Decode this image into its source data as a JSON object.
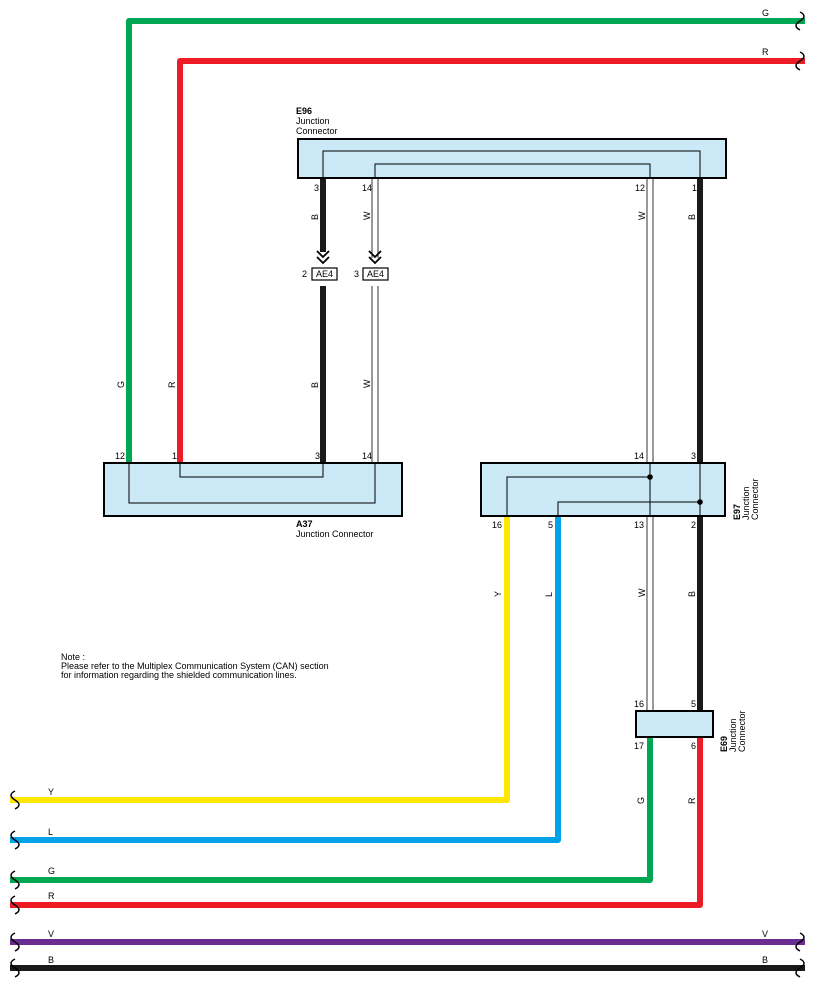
{
  "wire_colors": {
    "G": "#00a651",
    "R": "#ed1c24",
    "B": "#1a1a1a",
    "Y": "#ffe600",
    "L": "#00a3e8",
    "V": "#6b2c91",
    "W": "#ffffff"
  },
  "connector_fill": "#cce9f8",
  "connectors": {
    "e96": {
      "id": "E96",
      "line1": "Junction",
      "line2": "Connector",
      "pins": [
        "3",
        "14",
        "12",
        "1"
      ]
    },
    "a37": {
      "id": "A37",
      "name": "Junction Connector",
      "pins": [
        "12",
        "1",
        "3",
        "14"
      ]
    },
    "e97": {
      "id": "E97",
      "line1": "Junction",
      "line2": "Connector",
      "pins_top": [
        "14",
        "3"
      ],
      "pins_bottom": [
        "16",
        "5",
        "13",
        "2"
      ]
    },
    "e69": {
      "id": "E69",
      "line1": "Junction",
      "line2": "Connector",
      "pins_top": [
        "16",
        "5"
      ],
      "pins_bottom": [
        "17",
        "6"
      ]
    }
  },
  "inline_connectors": [
    {
      "id": "AE4",
      "pin": "2",
      "icon": "double-chevron-down-icon"
    },
    {
      "id": "AE4",
      "pin": "3",
      "icon": "double-chevron-down-icon"
    }
  ],
  "wire_labels": {
    "g_top": "G",
    "r_top": "R",
    "e96_3": "B",
    "e96_14": "W",
    "e96_12": "W",
    "e96_1": "B",
    "a37_12": "G",
    "a37_1": "R",
    "a37_3": "B",
    "a37_14": "W",
    "e97_16": "Y",
    "e97_5": "L",
    "e97_13": "W",
    "e97_2": "B",
    "e69_17": "G",
    "e69_6": "R",
    "bottom_y": "Y",
    "bottom_l": "L",
    "bottom_g": "G",
    "bottom_r": "R",
    "bottom_v_left": "V",
    "bottom_v_right": "V",
    "bottom_b_left": "B",
    "bottom_b_right": "B"
  },
  "note": {
    "title": "Note :",
    "line1": "Please refer to the Multiplex Communication System (CAN) section",
    "line2": "for information regarding the shielded communication lines."
  }
}
